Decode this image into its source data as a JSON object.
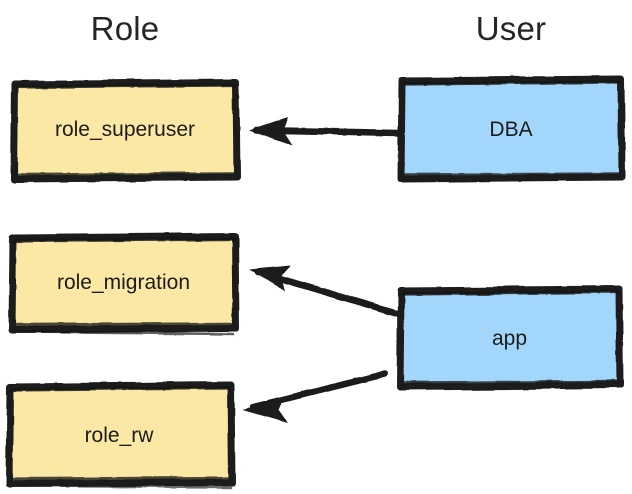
{
  "diagram": {
    "type": "role-user-mapping-sketch",
    "style": "hand-drawn",
    "background": "#ffffff",
    "columns": [
      {
        "id": "role",
        "title": "Role"
      },
      {
        "id": "user",
        "title": "User"
      }
    ],
    "colors": {
      "role_fill": "#fbe8a4",
      "user_fill": "#a3d6fb",
      "stroke": "#1a1a1a",
      "text": "#1c1c1c",
      "header_text": "#262626"
    },
    "nodes": [
      {
        "id": "role_superuser",
        "label": "role_superuser",
        "column": "role",
        "fill": "#fbe8a4"
      },
      {
        "id": "role_migration",
        "label": "role_migration",
        "column": "role",
        "fill": "#fbe8a4"
      },
      {
        "id": "role_rw",
        "label": "role_rw",
        "column": "role",
        "fill": "#fbe8a4"
      },
      {
        "id": "DBA",
        "label": "DBA",
        "column": "user",
        "fill": "#a3d6fb"
      },
      {
        "id": "app",
        "label": "app",
        "column": "user",
        "fill": "#a3d6fb"
      }
    ],
    "edges": [
      {
        "id": "dba-to-superuser",
        "from": "DBA",
        "to": "role_superuser",
        "direction": "left"
      },
      {
        "id": "app-to-migration",
        "from": "app",
        "to": "role_migration",
        "direction": "up-left"
      },
      {
        "id": "app-to-rw",
        "from": "app",
        "to": "role_rw",
        "direction": "down-left"
      }
    ]
  }
}
